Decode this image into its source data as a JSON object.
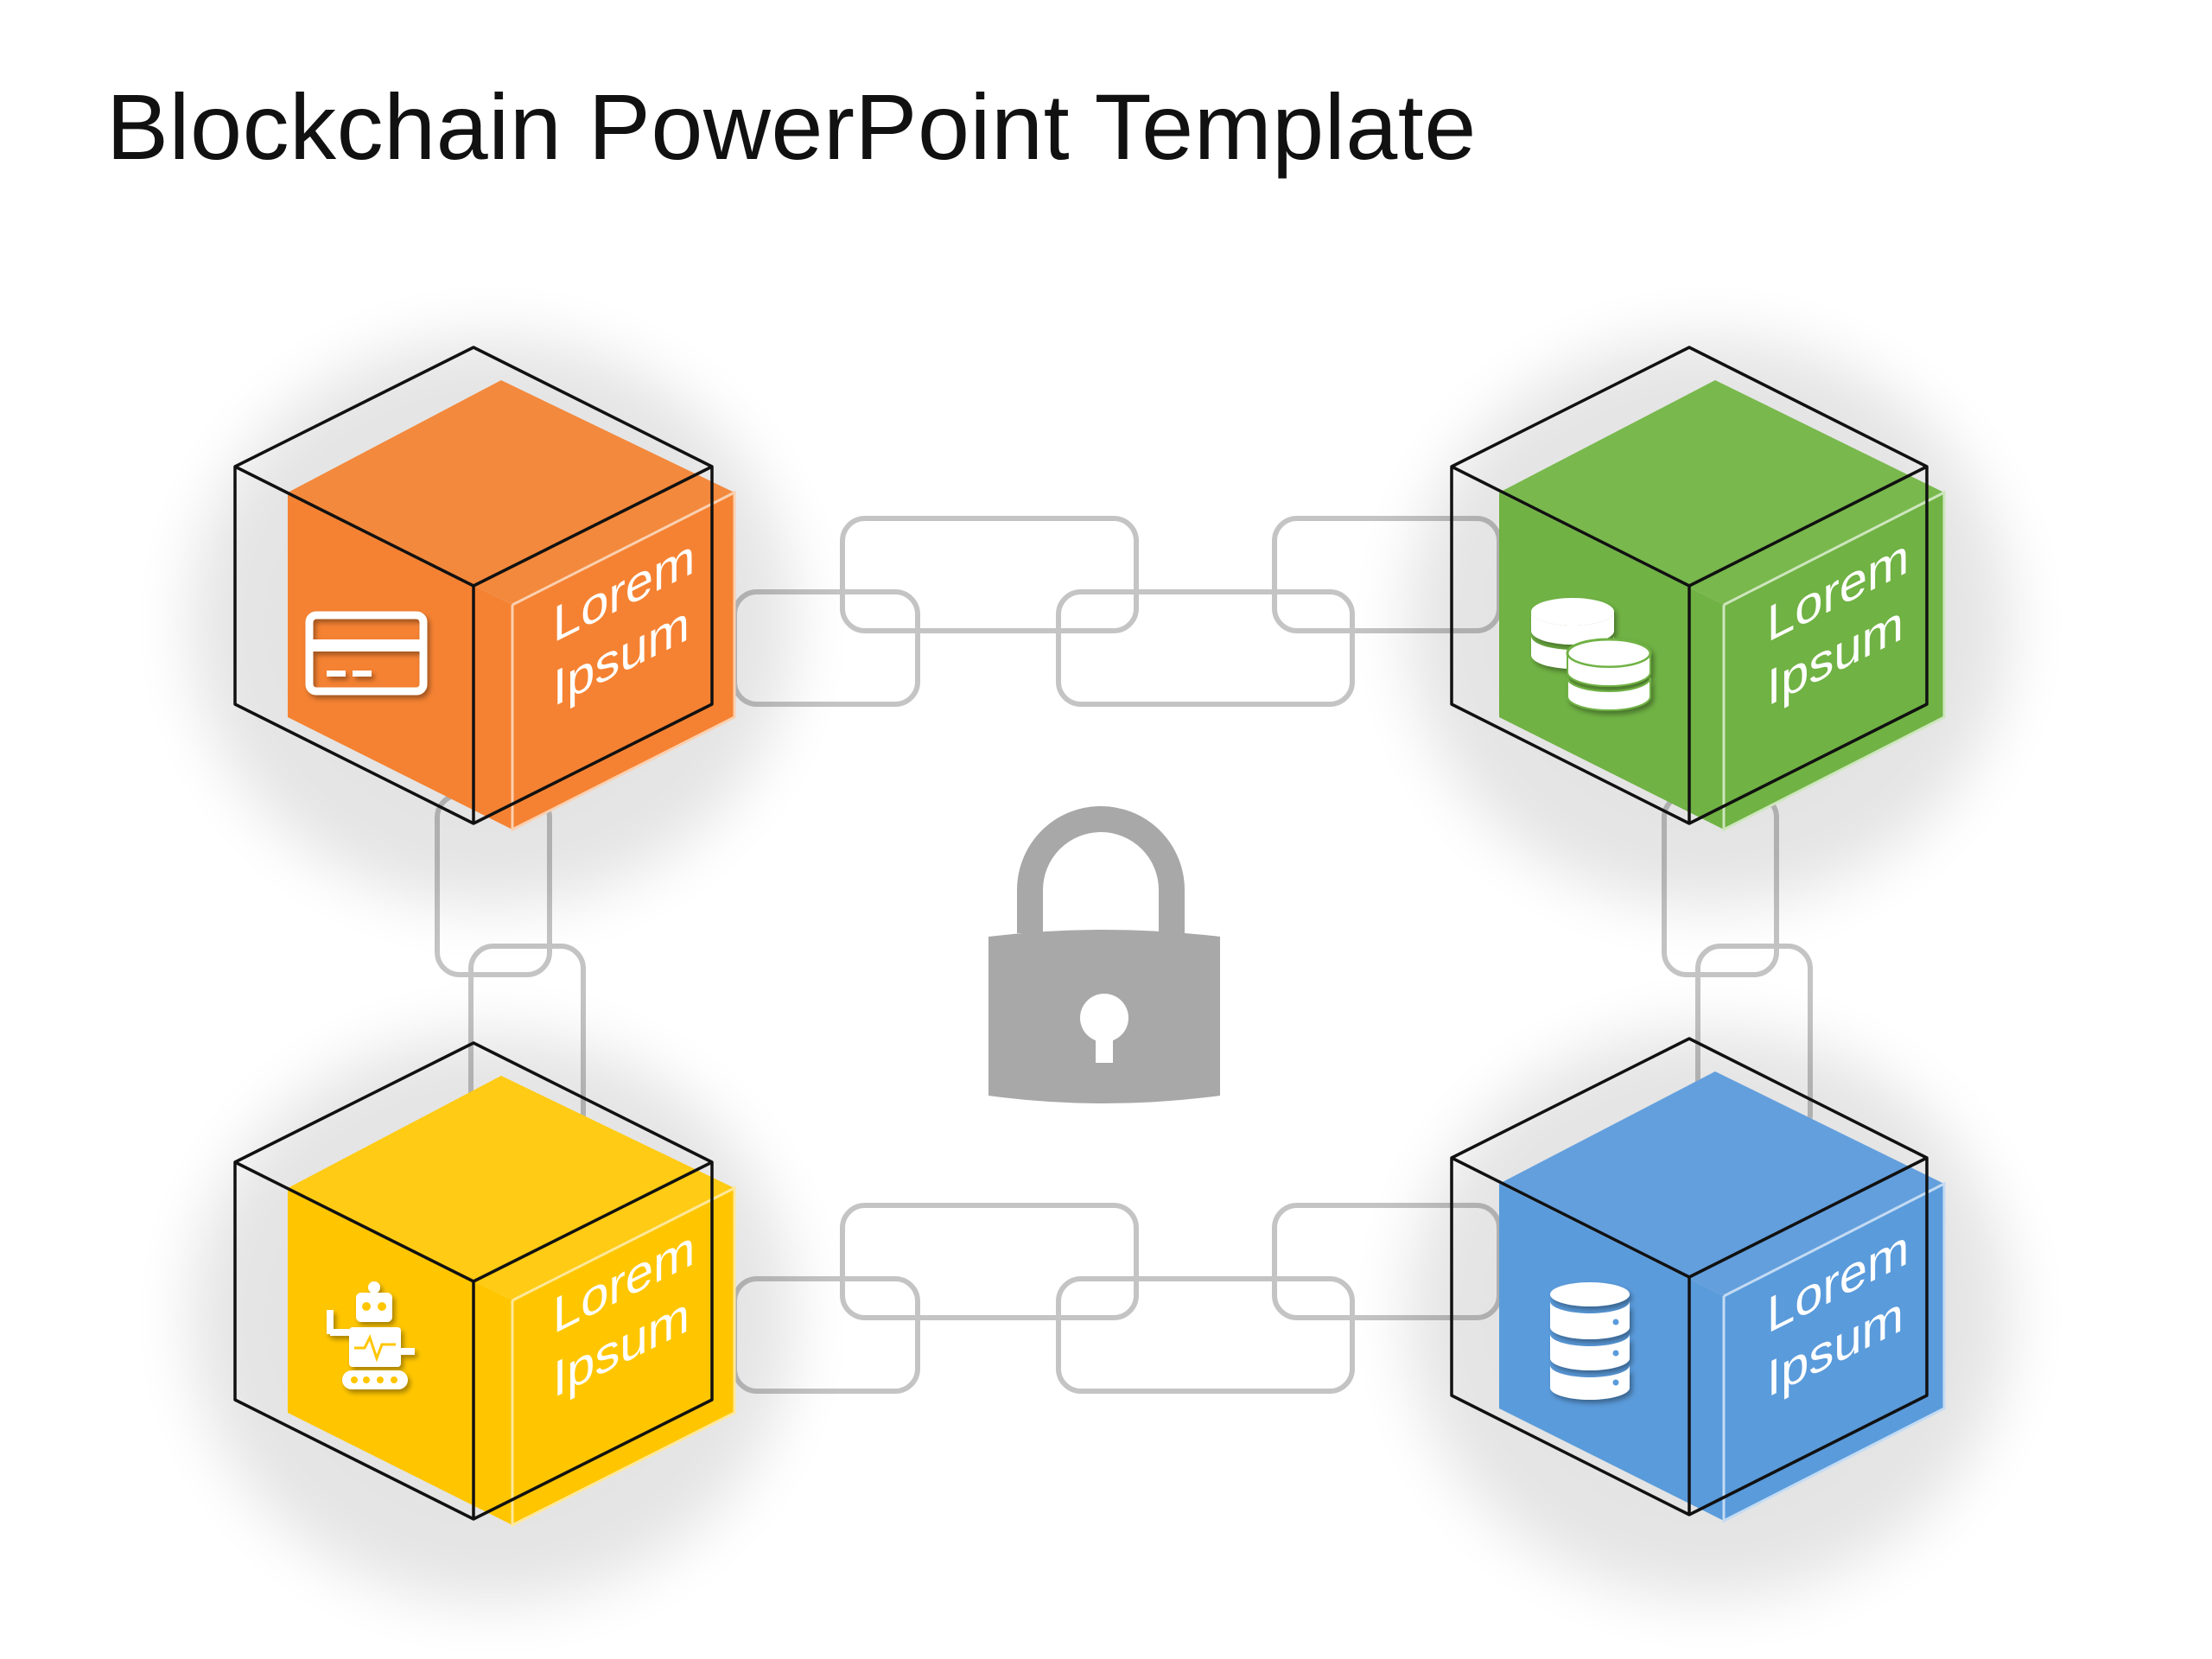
{
  "title": "Blockchain PowerPoint Template",
  "colors": {
    "orange": "#F58232",
    "green": "#70B244",
    "yellow": "#FFC600",
    "blue": "#5A9BDB",
    "chain": "#C2C2C2",
    "lock": "#A8A8A8"
  },
  "blocks": [
    {
      "position": "top-left",
      "color": "orange",
      "icon": "credit-card-icon",
      "line1": "Lorem",
      "line2": "Ipsum"
    },
    {
      "position": "top-right",
      "color": "green",
      "icon": "coins-icon",
      "line1": "Lorem",
      "line2": "Ipsum"
    },
    {
      "position": "bottom-left",
      "color": "yellow",
      "icon": "robot-icon",
      "line1": "Lorem",
      "line2": "Ipsum"
    },
    {
      "position": "bottom-right",
      "color": "blue",
      "icon": "database-icon",
      "line1": "Lorem",
      "line2": "Ipsum"
    }
  ],
  "center_icon": "padlock-icon"
}
